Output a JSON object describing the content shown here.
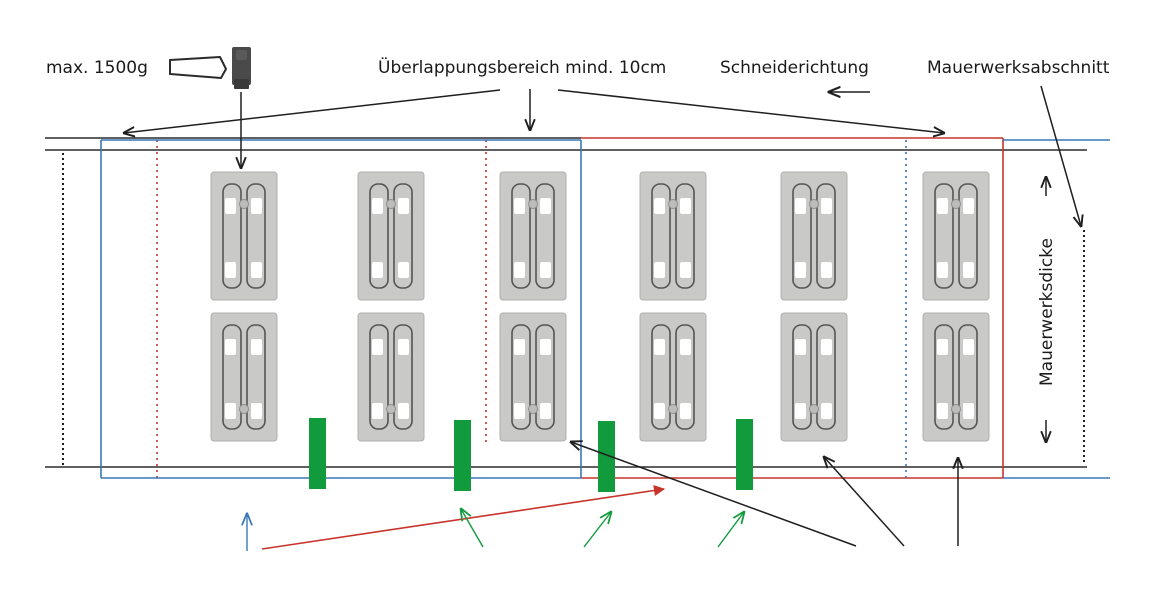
{
  "labels": {
    "hammer_weight": "max. 1500g",
    "overlap_zone": "Überlappungsbereich mind. 10cm",
    "cutting_direction": "Schneiderichtung",
    "wall_section": "Mauerwerksabschnitt",
    "wall_thickness": "Mauerwerksdicke"
  },
  "colors": {
    "wall_line": "#2b2b2b",
    "section_blue": "#3a78b8",
    "section_red": "#c8342c",
    "wedge_green": "#129b3c",
    "plate_fill": "#c9c9c7",
    "plate_stroke": "#b0b0ae",
    "arrow": "#1f1f1f"
  },
  "icons": {
    "hammer": "hammer-icon",
    "cutting_arrow": "arrow-left-icon"
  },
  "plates": {
    "columns": 6,
    "rows": 2
  },
  "wedges": {
    "count": 4
  }
}
